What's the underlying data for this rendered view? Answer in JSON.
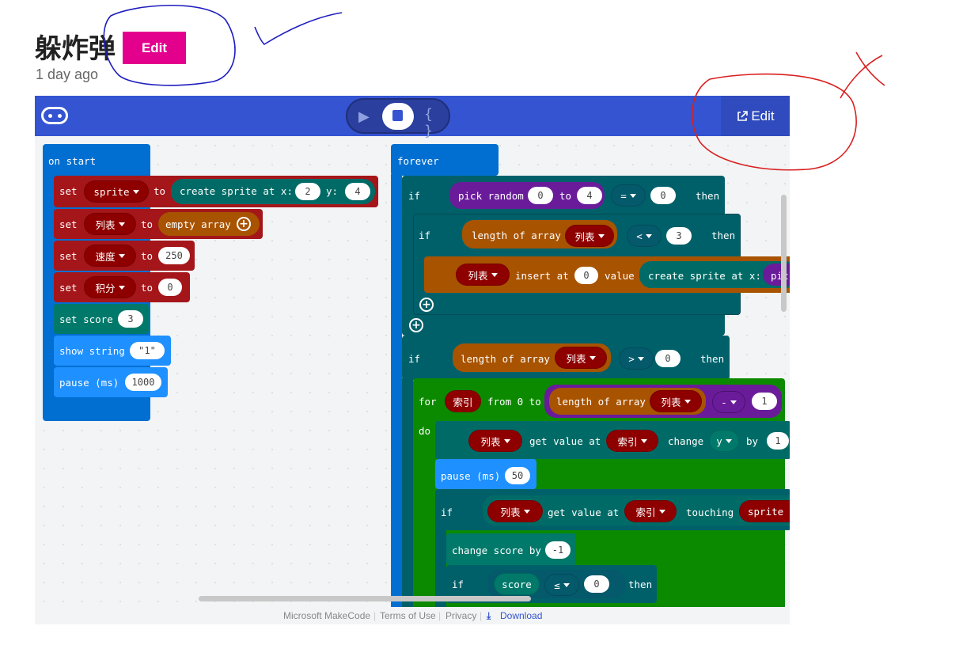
{
  "header": {
    "title": "躲炸弹",
    "edit_label": "Edit",
    "timestamp": "1 day ago"
  },
  "editor": {
    "edit_label": "Edit",
    "toggle": {
      "play_glyph": "▶",
      "js_glyph": "{ }"
    },
    "colors": {
      "topbar": "#3454d1",
      "brand_edit": "#e3008c"
    }
  },
  "blocks": {
    "on_start": "on start",
    "set": "set",
    "to": "to",
    "var_sprite": "sprite",
    "create_sprite_at_x": "create sprite at x:",
    "y": "y:",
    "x_val": "2",
    "y_val": "4",
    "var_list": "列表",
    "empty_array": "empty array",
    "var_speed": "速度",
    "speed_val": "250",
    "var_score": "积分",
    "score_val": "0",
    "set_score": "set score",
    "set_score_val": "3",
    "show_string": "show string",
    "show_string_val": "\"1\"",
    "pause": "pause (ms)",
    "pause_val": "1000",
    "forever": "forever",
    "if": "if",
    "then": "then",
    "pick_random": "pick random",
    "pick_from": "0",
    "pick_to": "4",
    "eq_op": "=",
    "eq_val": "0",
    "length_of_array": "length of array",
    "lt_op": "<",
    "lt_val": "3",
    "insert_at": "insert at",
    "insert_index": "0",
    "value": "value",
    "pic": "pic",
    "gt_op": ">",
    "gt_val": "0",
    "for": "for",
    "var_index": "索引",
    "from_0_to": "from 0 to",
    "minus_op": "-",
    "minus_val": "1",
    "do": "do",
    "get_value_at": "get value at",
    "change": "change",
    "y_prop": "y",
    "by": "by",
    "change_val": "1",
    "pause_val2": "50",
    "touching": "touching",
    "sprite_trunc": "sprite",
    "change_score_by": "change score by",
    "change_score_val": "-1",
    "score": "score",
    "le_op": "≤",
    "le_val": "0"
  },
  "footer": {
    "makecode": "Microsoft MakeCode",
    "terms": "Terms of Use",
    "privacy": "Privacy",
    "download": "Download"
  }
}
